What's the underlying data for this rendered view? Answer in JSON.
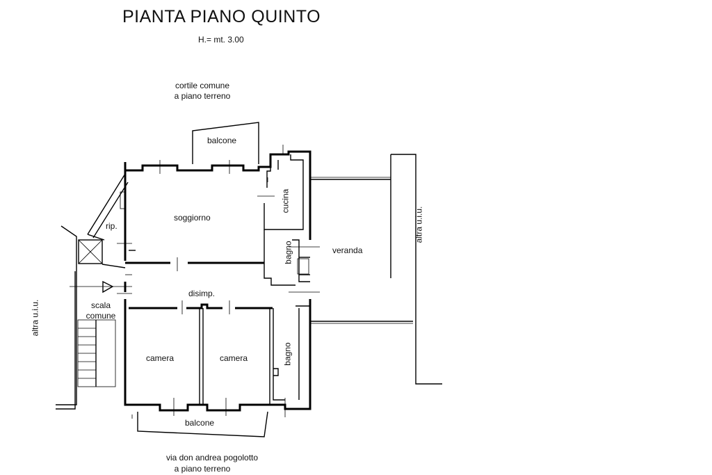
{
  "title": "PIANTA PIANO QUINTO",
  "height_note": "H.= mt. 3.00",
  "context": {
    "top_courtyard": [
      "cortile comune",
      "a piano terreno"
    ],
    "bottom_street": [
      "via don andrea pogolotto",
      "a piano terreno"
    ],
    "left_neighbor": "altra u.i.u.",
    "right_neighbor": "altra u.i.u."
  },
  "rooms": {
    "balcone_top": "balcone",
    "cucina": "cucina",
    "soggiorno": "soggiorno",
    "ripostiglio": "rip.",
    "bagno_1": "bagno",
    "veranda": "veranda",
    "disimpegno": "disimp.",
    "scala": [
      "scala",
      "comune"
    ],
    "camera_1": "camera",
    "camera_2": "camera",
    "bagno_2": "bagno",
    "balcone_bottom": "balcone"
  }
}
